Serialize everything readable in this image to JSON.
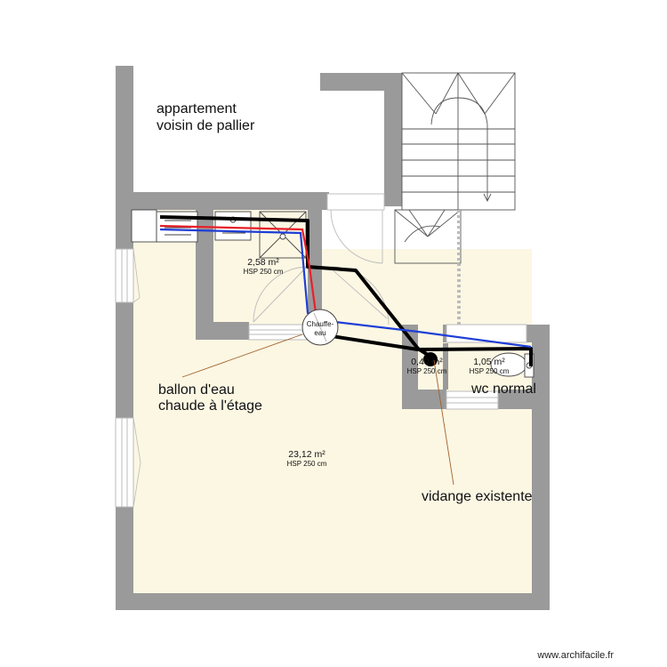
{
  "labels": {
    "neighbour_line1": "appartement",
    "neighbour_line2": "voisin de pallier",
    "balloon_line1": "ballon d'eau",
    "balloon_line2": "chaude à l'étage",
    "wc": "wc normal",
    "drain": "vidange existente"
  },
  "rooms": {
    "bathroom": {
      "area": "2,58 m²",
      "hsp": "HSP 250 cm"
    },
    "main": {
      "area": "23,12 m²",
      "hsp": "HSP 250 cm"
    },
    "small": {
      "area": "0,40 m²",
      "hsp": "HSP 250 cm"
    },
    "wc_room": {
      "area": "1,05 m²",
      "hsp": "HSP 250 cm"
    }
  },
  "boiler": {
    "line1": "Chauffe-",
    "line2": "eau"
  },
  "watermark": "www.archifacile.fr",
  "colors": {
    "floor": "#fcf7e3",
    "wall": "#9a9a9a",
    "hot_pipe": "#e8202a",
    "cold_pipe": "#1f3fd6",
    "drain_pipe": "#000000",
    "leader": "#a0622d"
  }
}
